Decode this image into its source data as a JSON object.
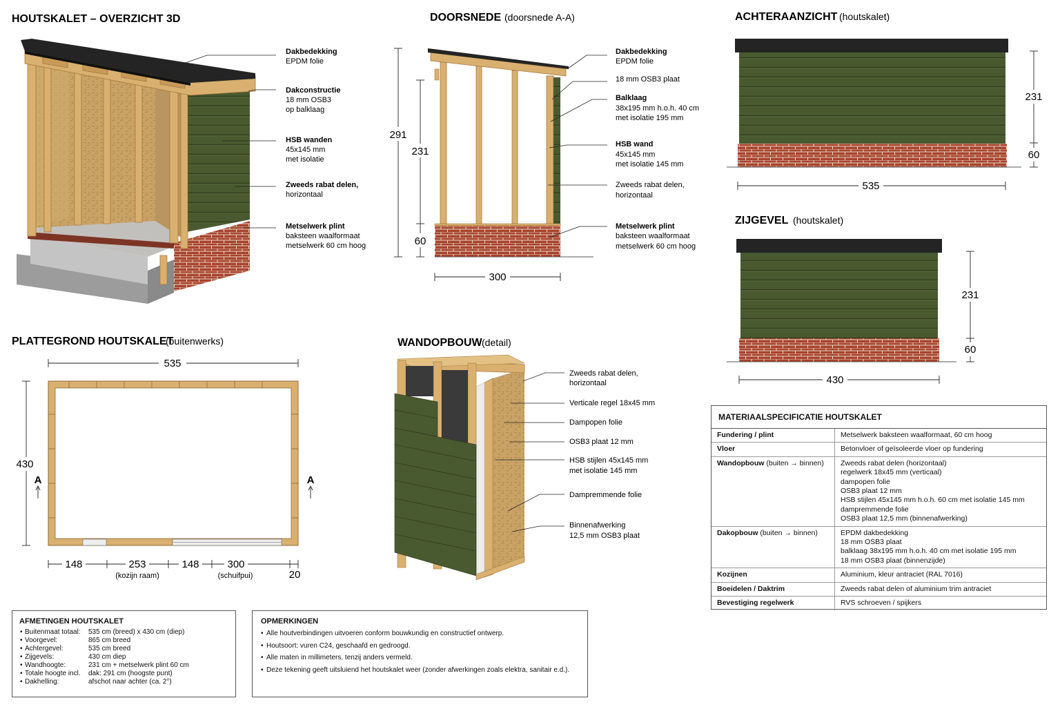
{
  "colors": {
    "wood": "#d9b070",
    "wood_dark": "#a77a3d",
    "osb": "#c9a266",
    "cladding": "#4a5a30",
    "brick": "#a8432d",
    "roof": "#222222",
    "concrete": "#bdbdbd",
    "insulation": "#ececec"
  },
  "view3d": {
    "title": "HOUTSKALET – OVERZICHT 3D",
    "labels": [
      {
        "title": "Dakbedekking",
        "lines": [
          "EPDM folie"
        ]
      },
      {
        "title": "Dakconstructie",
        "lines": [
          "18 mm OSB3",
          "op balklaag"
        ]
      },
      {
        "title": "HSB wanden",
        "lines": [
          "45x145 mm",
          "met isolatie"
        ]
      },
      {
        "title": "Zweeds rabat delen,",
        "lines": [
          "horizontaal"
        ]
      },
      {
        "title": "Metselwerk plint",
        "lines": [
          "baksteen waalformaat",
          "metselwerk 60 cm hoog"
        ]
      }
    ]
  },
  "section": {
    "title": "DOORSNEDE",
    "subtitle": "(doorsnede A-A)",
    "dim_total": "291",
    "dim_wall": "231",
    "dim_plinth": "60",
    "dim_width": "300",
    "labels": [
      {
        "title": "Dakbedekking",
        "lines": [
          "EPDM folie"
        ]
      },
      {
        "title": "",
        "lines": [
          "18 mm OSB3 plaat"
        ]
      },
      {
        "title": "Balklaag",
        "lines": [
          "38x195 mm h.o.h. 40 cm",
          "met isolatie 195 mm"
        ]
      },
      {
        "title": "HSB wand",
        "lines": [
          "45x145 mm",
          "met isolatie 145 mm"
        ]
      },
      {
        "title": "",
        "lines": [
          "Zweeds rabat delen,",
          "horizontaal"
        ]
      },
      {
        "title": "Metselwerk plint",
        "lines": [
          "baksteen waalformaat",
          "metselwerk 60 cm hoog"
        ]
      }
    ]
  },
  "rear": {
    "title": "ACHTERAANZICHT",
    "subtitle": "(houtskalet)",
    "dim_wall": "231",
    "dim_plinth": "60",
    "dim_width": "535"
  },
  "side": {
    "title": "ZIJGEVEL",
    "subtitle": "(houtskalet)",
    "dim_wall": "231",
    "dim_plinth": "60",
    "dim_width": "430"
  },
  "plan": {
    "title": "PLATTEGROND HOUTSKALET",
    "subtitle": "(buitenwerks)",
    "dim_width": "535",
    "dim_depth": "430",
    "section_mark": "A",
    "segments": [
      "148",
      "253",
      "148",
      "300",
      "20"
    ],
    "segment_notes": [
      "(kozijn raam)",
      "(schuifpui)"
    ]
  },
  "wall": {
    "title": "WANDOPBOUW",
    "subtitle": "(detail)",
    "labels": [
      {
        "lines": [
          "Zweeds rabat delen,",
          "horizontaal"
        ]
      },
      {
        "lines": [
          "Verticale regel 18x45 mm"
        ]
      },
      {
        "lines": [
          "Dampopen folie"
        ]
      },
      {
        "lines": [
          "OSB3 plaat 12 mm"
        ]
      },
      {
        "lines": [
          "HSB stijlen 45x145 mm",
          "met isolatie 145 mm"
        ]
      },
      {
        "lines": [
          "Dampremmende folie"
        ]
      },
      {
        "lines": [
          "Binnenafwerking",
          "12,5 mm OSB3 plaat"
        ]
      }
    ]
  },
  "afmetingen": {
    "title": "AFMETINGEN HOUTSKALET",
    "rows": [
      {
        "k": "Buitenmaat totaal:",
        "v": "535 cm (breed) x 430 cm (diep)"
      },
      {
        "k": "Voorgevel:",
        "v": "865 cm breed"
      },
      {
        "k": "Achtergevel:",
        "v": "535 cm breed"
      },
      {
        "k": "Zijgevels:",
        "v": "430 cm diep"
      },
      {
        "k": "Wandhoogte:",
        "v": "231 cm + metselwerk plint 60 cm"
      },
      {
        "k": "Totale hoogte incl.",
        "v": "dak: 291 cm (hoogste punt)"
      },
      {
        "k": "Dakhelling:",
        "v": "afschot naar achter (ca. 2°)"
      }
    ]
  },
  "opmerkingen": {
    "title": "OPMERKINGEN",
    "items": [
      "Alle houtverbindingen uitvoeren conform bouwkundig en constructief ontwerp.",
      "Houtsoort: vuren C24, geschaafd en gedroogd.",
      "Alle maten in millimeters, tenzij anders vermeld.",
      "Deze tekening geeft uitsluiend het houtskalet weer (zonder afwerkingen zoals elektra, sanitair e.d.)."
    ]
  },
  "materiaal": {
    "title": "MATERIAALSPECIFICATIE HOUTSKALET",
    "rows": [
      {
        "k": "Fundering / plint",
        "kn": "",
        "v": [
          "Metselwerk baksteen waalformaat, 60 cm hoog"
        ]
      },
      {
        "k": "Vloer",
        "kn": "",
        "v": [
          "Betonvloer of geïsoleerde vloer op fundering"
        ]
      },
      {
        "k": "Wandopbouw",
        "kn": " (buiten → binnen)",
        "v": [
          "Zweeds rabat delen (horizontaal)",
          "regelwerk 18x45 mm (verticaal)",
          "dampopen folie",
          "OSB3 plaat 12 mm",
          "HSB stijlen 45x145 mm h.o.h. 60 cm met isolatie 145 mm",
          "dampremmende folie",
          "OSB3 plaat 12,5 mm (binnenafwerking)"
        ]
      },
      {
        "k": "Dakopbouw",
        "kn": " (buiten → binnen)",
        "v": [
          "EPDM dakbedekking",
          "18 mm OSB3 plaat",
          "balklaag 38x195 mm h.o.h. 40 cm met isolatie 195 mm",
          "18 mm OSB3 plaat (binnenzijde)"
        ]
      },
      {
        "k": "Kozijnen",
        "kn": "",
        "v": [
          "Aluminium, kleur antraciet (RAL 7016)"
        ]
      },
      {
        "k": "Boeidelen / Daktrim",
        "kn": "",
        "v": [
          "Zweeds rabat delen of aluminium trim antraciet"
        ]
      },
      {
        "k": "Bevestiging regelwerk",
        "kn": "",
        "v": [
          "RVS schroeven / spijkers"
        ]
      }
    ]
  }
}
